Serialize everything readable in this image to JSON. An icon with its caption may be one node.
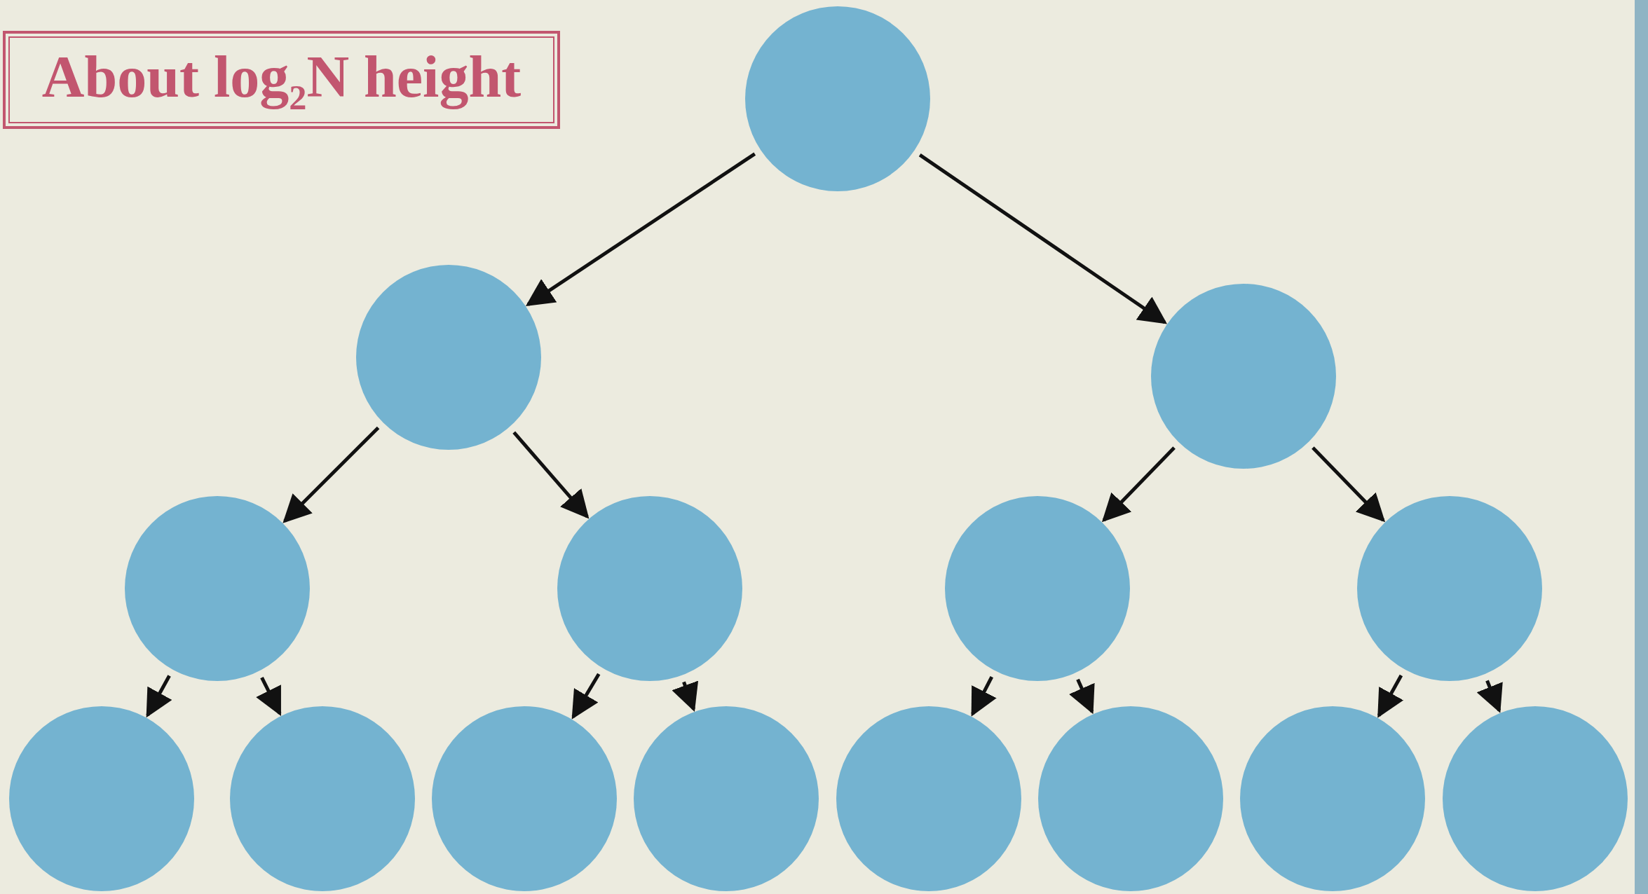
{
  "diagram": {
    "title": "About log$_{2}$N height",
    "nodes": [
      {
        "text": [],
        "shape": "circle"
      },
      {
        "text": [],
        "shape": "circle"
      },
      {
        "text": [],
        "shape": "circle"
      },
      {
        "text": [],
        "shape": "circle"
      },
      {
        "text": [],
        "shape": "circle"
      },
      {
        "text": [],
        "shape": "circle"
      },
      {
        "text": [],
        "shape": "circle"
      },
      {
        "text": [],
        "shape": "circle"
      },
      {
        "text": [],
        "shape": "circle"
      },
      {
        "text": [],
        "shape": "circle"
      },
      {
        "text": [],
        "shape": "circle"
      },
      {
        "text": [],
        "shape": "circle"
      },
      {
        "text": [],
        "shape": "circle"
      },
      {
        "text": [],
        "shape": "circle"
      },
      {
        "text": [],
        "shape": "circle"
      }
    ],
    "edges": [
      {
        "from": 0,
        "to": 1,
        "arrow": "to"
      },
      {
        "from": 0,
        "to": 2,
        "arrow": "to"
      },
      {
        "from": 1,
        "to": 3,
        "arrow": "to"
      },
      {
        "from": 1,
        "to": 4,
        "arrow": "to"
      },
      {
        "from": 2,
        "to": 5,
        "arrow": "to"
      },
      {
        "from": 2,
        "to": 6,
        "arrow": "to"
      },
      {
        "from": 3,
        "to": 7,
        "arrow": "to"
      },
      {
        "from": 3,
        "to": 8,
        "arrow": "to"
      },
      {
        "from": 4,
        "to": 9,
        "arrow": "to"
      },
      {
        "from": 4,
        "to": 10,
        "arrow": "to"
      },
      {
        "from": 5,
        "to": 11,
        "arrow": "to"
      },
      {
        "from": 5,
        "to": 12,
        "arrow": "to"
      },
      {
        "from": 6,
        "to": 13,
        "arrow": "to"
      },
      {
        "from": 6,
        "to": 14,
        "arrow": "to"
      }
    ]
  }
}
